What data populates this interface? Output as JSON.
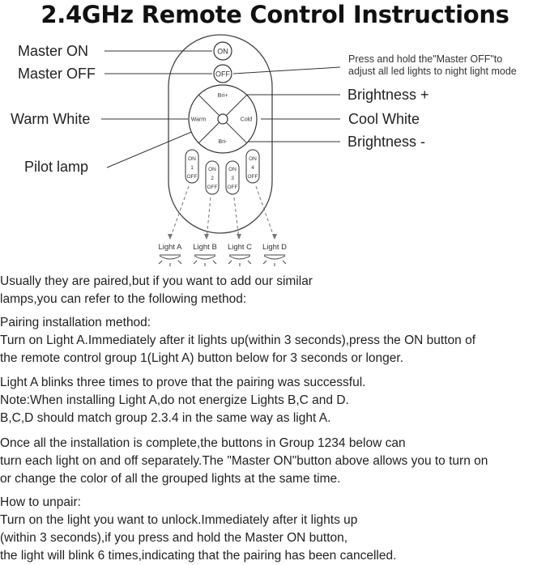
{
  "title": "2.4GHz Remote Control Instructions",
  "diagram": {
    "labels": {
      "master_on": "Master ON",
      "master_off": "Master OFF",
      "warm_white": "Warm White",
      "pilot_lamp": "Pilot lamp",
      "brightness_plus": "Brightness +",
      "cool_white": "Cool White",
      "brightness_minus": "Brightness -"
    },
    "note_lines": [
      "Press and hold the\"Master OFF\"to",
      "adjust all led lights to night light mode"
    ],
    "remote": {
      "on": "ON",
      "off": "OFF",
      "bri_plus": "Bri+",
      "bri_minus": "Bri-",
      "warm": "Warm",
      "cold": "Cold",
      "groups": [
        {
          "on": "ON",
          "num": "1",
          "off": "OFF"
        },
        {
          "on": "ON",
          "num": "2",
          "off": "OFF"
        },
        {
          "on": "ON",
          "num": "3",
          "off": "OFF"
        },
        {
          "on": "ON",
          "num": "4",
          "off": "OFF"
        }
      ]
    },
    "lights": [
      "Light A",
      "Light B",
      "Light C",
      "Light D"
    ]
  },
  "paragraphs": [
    [
      "Usually they are paired,but if you want to add our similar",
      "lamps,you can refer to the following method:"
    ],
    [
      "Pairing installation method:",
      "Turn on Light A.Immediately after it lights up(within 3 seconds),press the ON button of",
      "the remote control group 1(Light A) button below for 3 seconds or longer."
    ],
    [
      "Light A blinks three times to prove that the pairing was successful.",
      "Note:When installing Light A,do not energize Lights B,C and D.",
      "B,C,D should match group 2.3.4 in the same way as light A."
    ],
    [
      "Once all the installation is complete,the buttons in Group 1234 below can",
      "turn each light on and off separately.The \"Master ON\"button above allows you to turn on",
      "or change the color of all the grouped lights at the same time."
    ],
    [
      "How to unpair:",
      "Turn on the light you want to unlock.Immediately after it lights up",
      "(within 3 seconds),if you press and hold the Master ON button,",
      "the light will blink 6 times,indicating that the pairing has been cancelled."
    ]
  ]
}
